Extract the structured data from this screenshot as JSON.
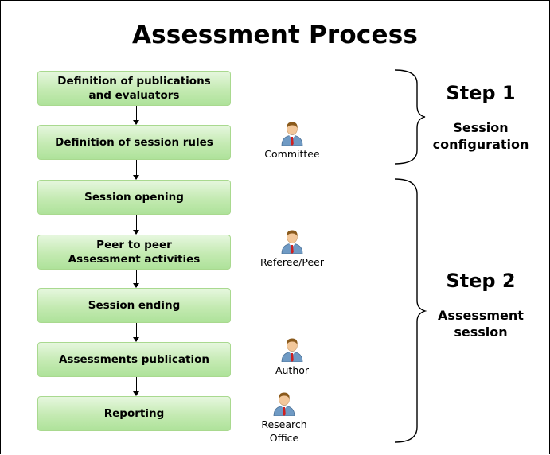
{
  "title": "Assessment Process",
  "process_steps": [
    {
      "label": "Definition of publications\nand evaluators"
    },
    {
      "label": "Definition of session rules"
    },
    {
      "label": "Session opening"
    },
    {
      "label": "Peer to peer\nAssessment activities"
    },
    {
      "label": "Session ending"
    },
    {
      "label": "Assessments publication"
    },
    {
      "label": "Reporting"
    }
  ],
  "actors": [
    {
      "label": "Committee",
      "icon": "person-icon"
    },
    {
      "label": "Referee/Peer",
      "icon": "person-icon"
    },
    {
      "label": "Author",
      "icon": "person-icon"
    },
    {
      "label": "Research\nOffice",
      "icon": "person-icon"
    }
  ],
  "phases": [
    {
      "step": "Step 1",
      "description": "Session\nconfiguration"
    },
    {
      "step": "Step 2",
      "description": "Assessment\nsession"
    }
  ],
  "colors": {
    "box_fill_top": "#e6f7de",
    "box_fill_bottom": "#aee29a",
    "box_border": "#a9d98f",
    "person_shirt": "#6f9ac4",
    "person_tie": "#d02020",
    "person_hair": "#8a5a1c"
  }
}
